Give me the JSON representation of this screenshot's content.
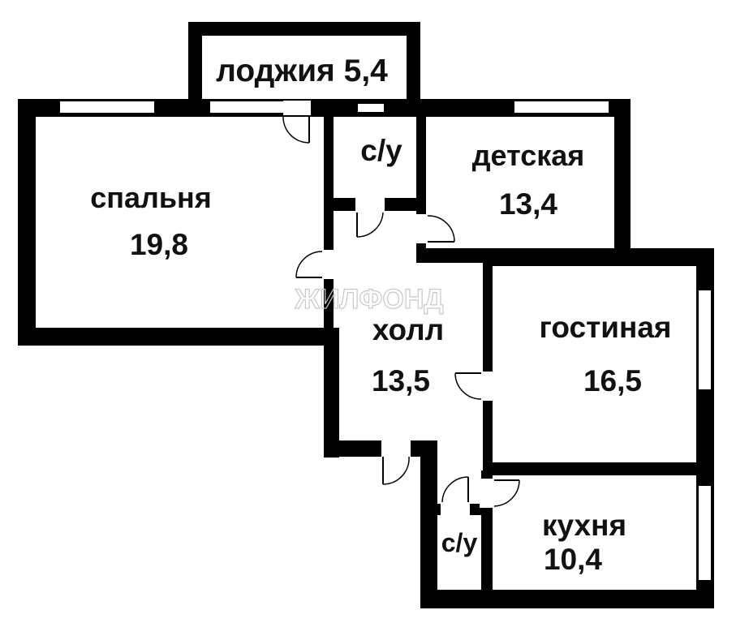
{
  "plan": {
    "watermark": "ЖИЛФОНД",
    "rooms": {
      "loggia": {
        "label": "лоджия 5,4"
      },
      "bath_top": {
        "label": "с/у"
      },
      "nursery": {
        "name": "детская",
        "area": "13,4"
      },
      "bedroom": {
        "name": "спальня",
        "area": "19,8"
      },
      "hall": {
        "name": "холл",
        "area": "13,5"
      },
      "living": {
        "name": "гостиная",
        "area": "16,5"
      },
      "kitchen": {
        "name": "кухня",
        "area": "10,4"
      },
      "bath_bottom": {
        "label": "с/у"
      }
    }
  }
}
